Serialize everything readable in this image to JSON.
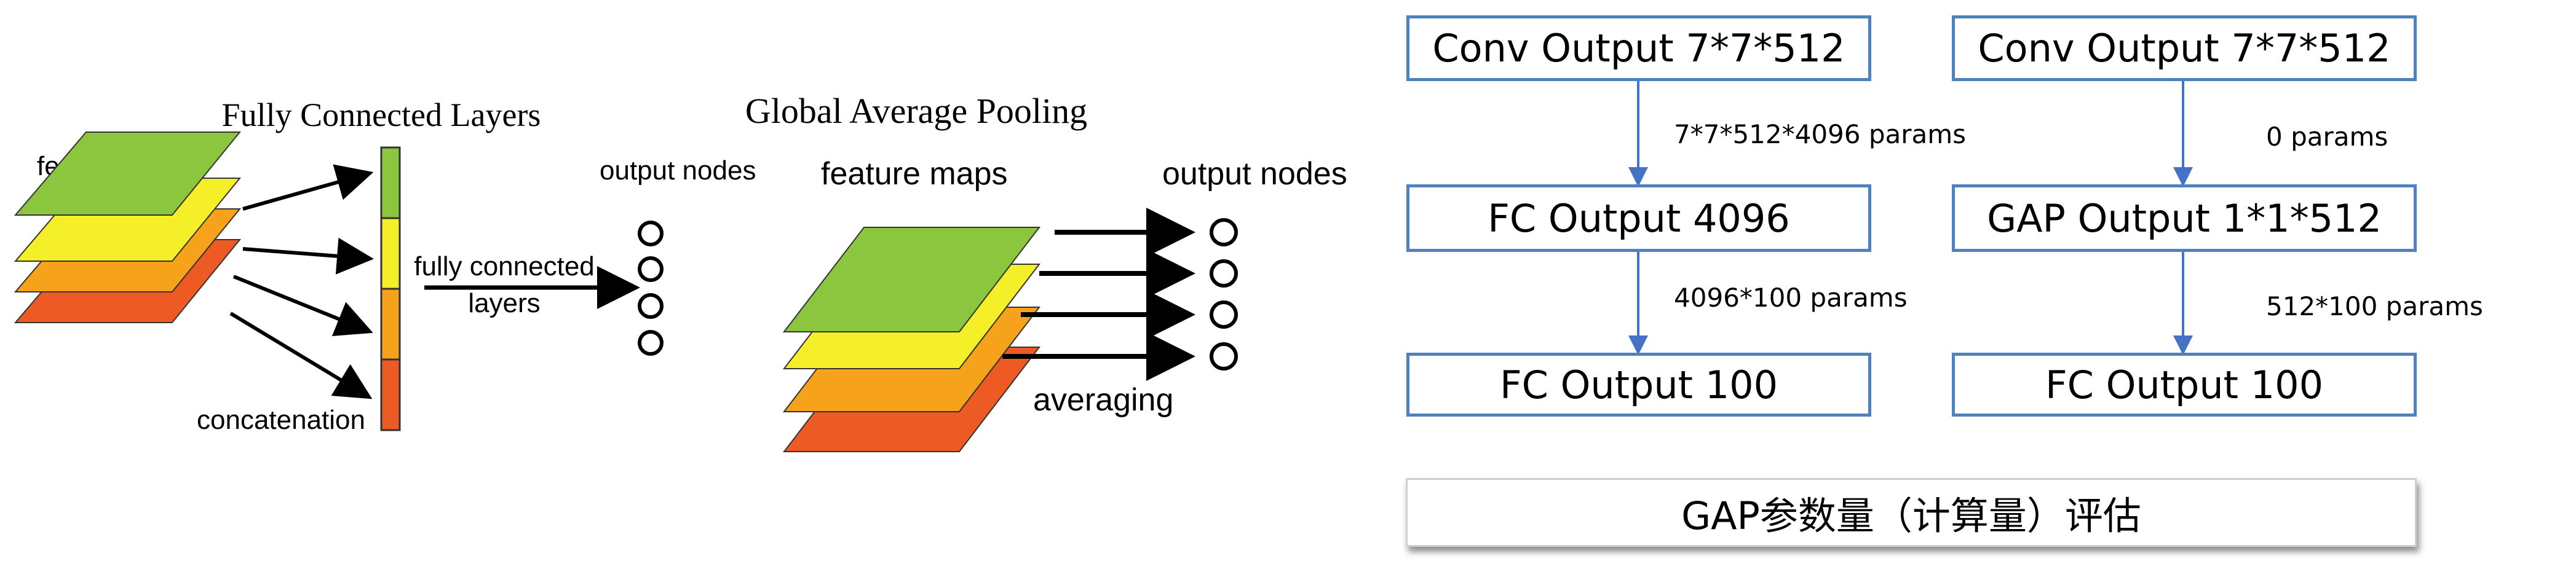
{
  "left_panel": {
    "fc_title": "Fully Connected Layers",
    "fc_feature_maps": "feature maps",
    "fc_output_nodes": "output nodes",
    "fc_connected_label_1": "fully connected",
    "fc_connected_label_2": "layers",
    "fc_concatenation": "concatenation",
    "gap_title": "Global Average Pooling",
    "gap_feature_maps": "feature maps",
    "gap_output_nodes": "output nodes",
    "gap_averaging": "averaging",
    "layer_colors": [
      "#8cc63f",
      "#f5ef2a",
      "#f7a21b",
      "#ee5a24"
    ]
  },
  "flow_fc": {
    "conv": "Conv Output 7*7*512",
    "param1": "7*7*512*4096 params",
    "fc1": "FC Output 4096",
    "param2": "4096*100 params",
    "fc2": "FC Output 100"
  },
  "flow_gap": {
    "conv": "Conv Output 7*7*512",
    "param1": "0 params",
    "gap": "GAP Output 1*1*512",
    "param2": "512*100 params",
    "fc2": "FC Output 100"
  },
  "eval_label": "GAP参数量（计算量）评估",
  "colors": {
    "box_border": "#4f81bd",
    "arrow": "#4472c4"
  }
}
